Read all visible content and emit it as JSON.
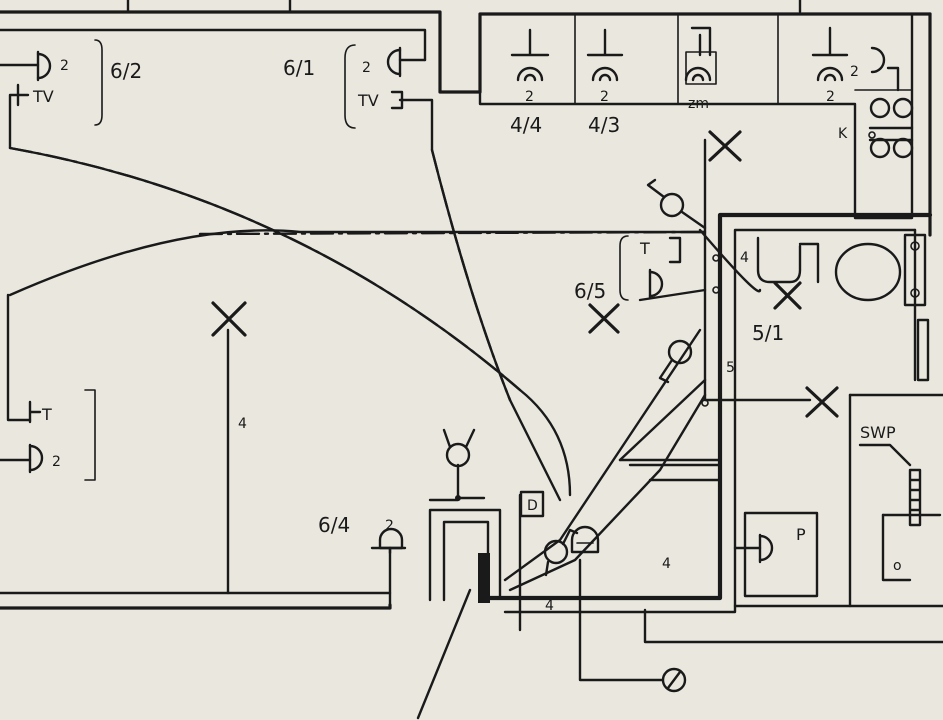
{
  "labels": {
    "room_6_2": "6/2",
    "room_6_1": "6/1",
    "room_4_4": "4/4",
    "room_4_3": "4/3",
    "room_6_5": "6/5",
    "room_5_1": "5/1",
    "room_6_4": "6/4",
    "socket_2": "2",
    "tv": "TV",
    "t": "T",
    "zm": "zm",
    "k": "K",
    "swp": "SWP",
    "p": "P",
    "d": "D",
    "o": "o",
    "n4": "4",
    "n5": "5"
  }
}
